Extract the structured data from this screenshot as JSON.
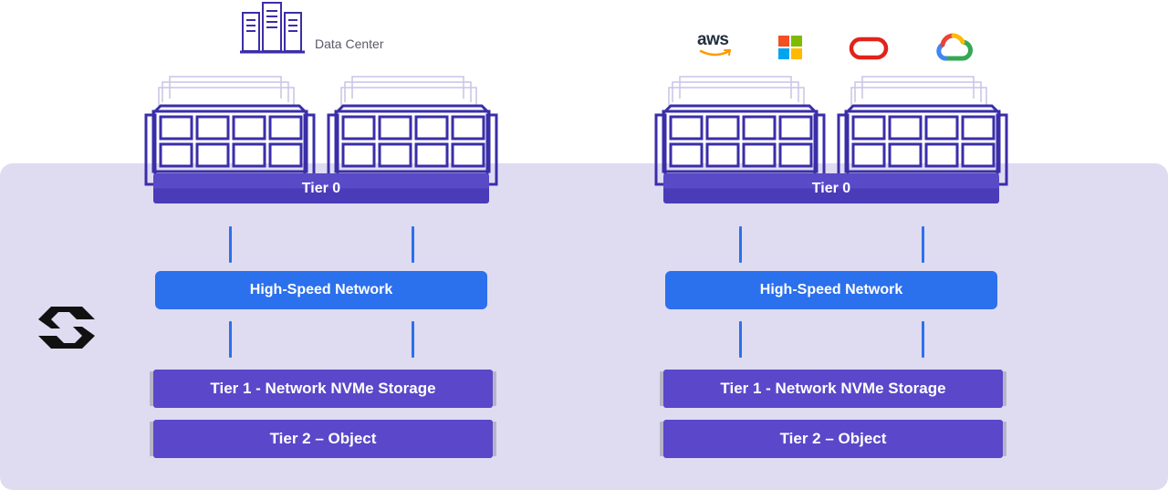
{
  "left": {
    "datacenter_label": "Data Center",
    "tier0": "Tier 0",
    "network": "High-Speed Network",
    "tier1": "Tier 1 - Network NVMe Storage",
    "tier2": "Tier 2 – Object"
  },
  "right": {
    "aws_text": "aws",
    "tier0": "Tier 0",
    "network": "High-Speed Network",
    "tier1": "Tier 1 - Network NVMe Storage",
    "tier2": "Tier 2 – Object"
  },
  "icons": {
    "datacenter": "server-rack-icon",
    "aws": "aws-logo-icon",
    "azure": "microsoft-logo-icon",
    "oracle": "oracle-logo-icon",
    "gcp": "google-cloud-logo-icon",
    "brand": "brand-logo-icon"
  },
  "colors": {
    "panel": "#dfdcf2",
    "tier_purple": "#4f3fc4",
    "network_blue": "#2b70ec",
    "outline": "#3a2ea8"
  }
}
